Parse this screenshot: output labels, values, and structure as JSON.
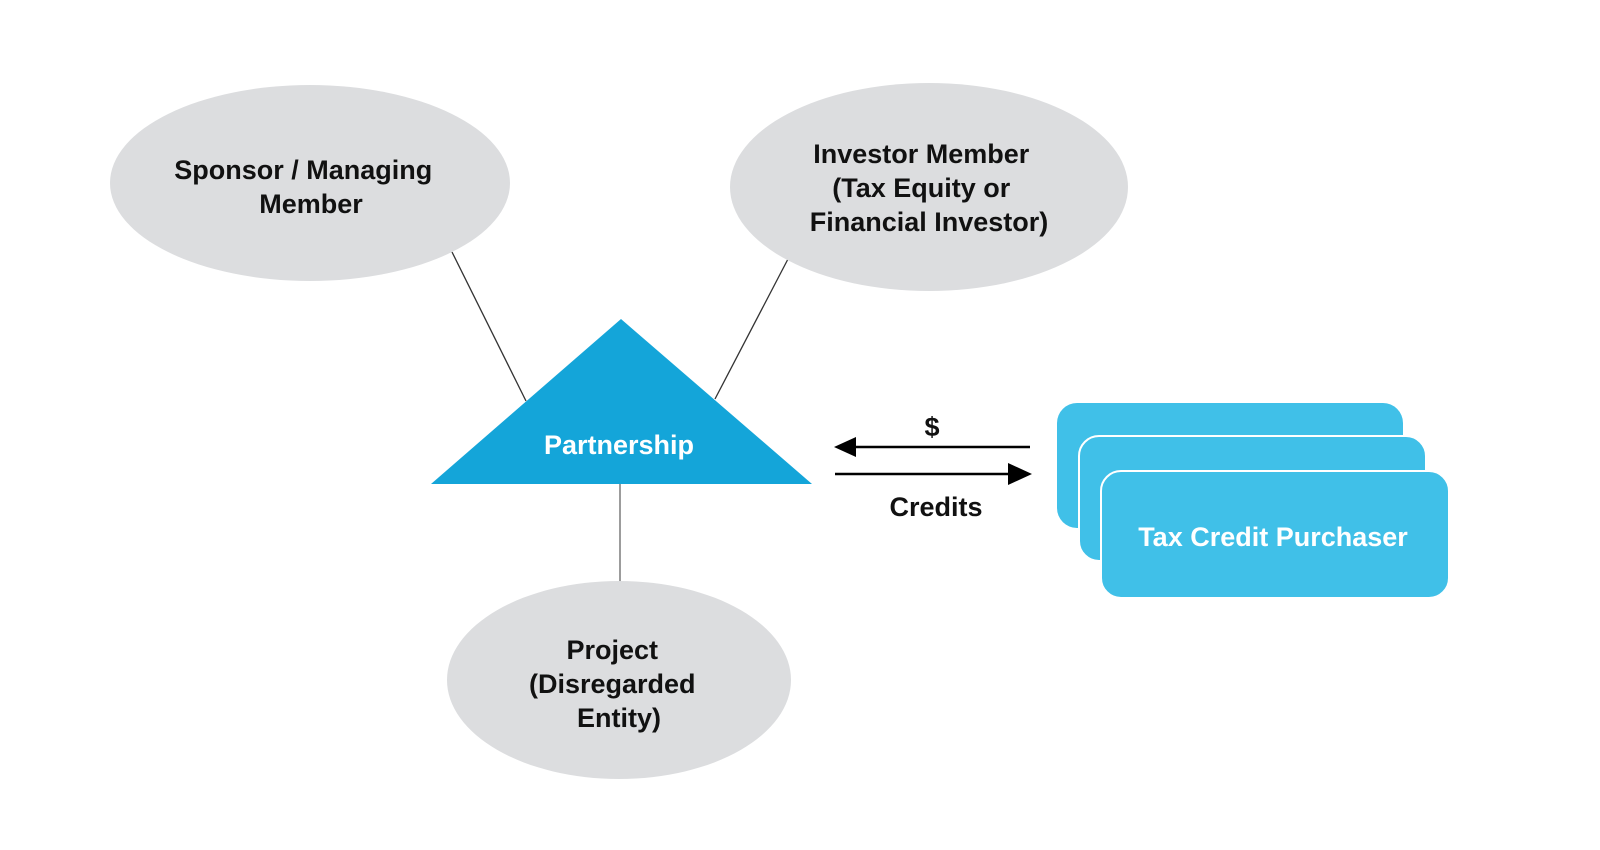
{
  "diagram": {
    "colors": {
      "ellipse_fill": "#dcdddf",
      "triangle_fill": "#14a5d9",
      "card_fill": "#40c0e8",
      "connector": "#333333",
      "text_dark": "#111111",
      "text_light": "#ffffff"
    },
    "nodes": {
      "sponsor": {
        "lines": [
          "Sponsor / Managing",
          "Member"
        ]
      },
      "investor": {
        "lines": [
          "Investor Member",
          "(Tax Equity or",
          "Financial Investor)"
        ]
      },
      "partnership": {
        "label": "Partnership"
      },
      "project": {
        "lines": [
          "Project",
          "(Disregarded",
          "Entity)"
        ]
      },
      "purchaser": {
        "label": "Tax Credit Purchaser"
      }
    },
    "flows": {
      "money": {
        "label": "$",
        "direction": "to-partnership"
      },
      "credits": {
        "label": "Credits",
        "direction": "to-purchaser"
      }
    }
  }
}
